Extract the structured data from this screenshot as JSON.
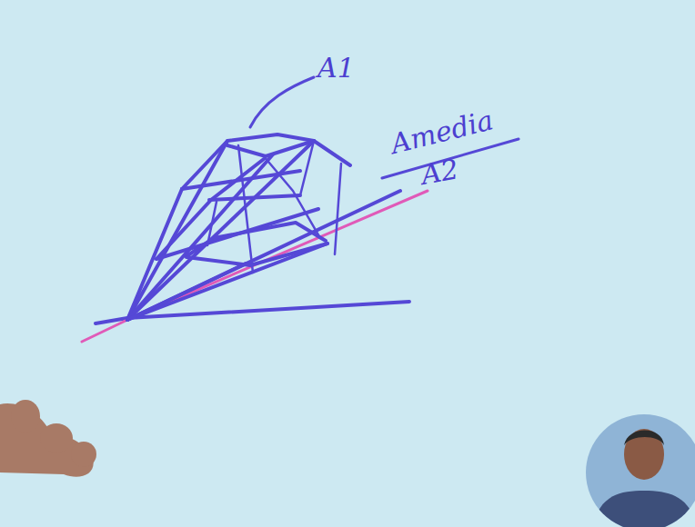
{
  "diagram": {
    "labels": [
      "A1",
      "Amedia",
      "A2"
    ]
  }
}
